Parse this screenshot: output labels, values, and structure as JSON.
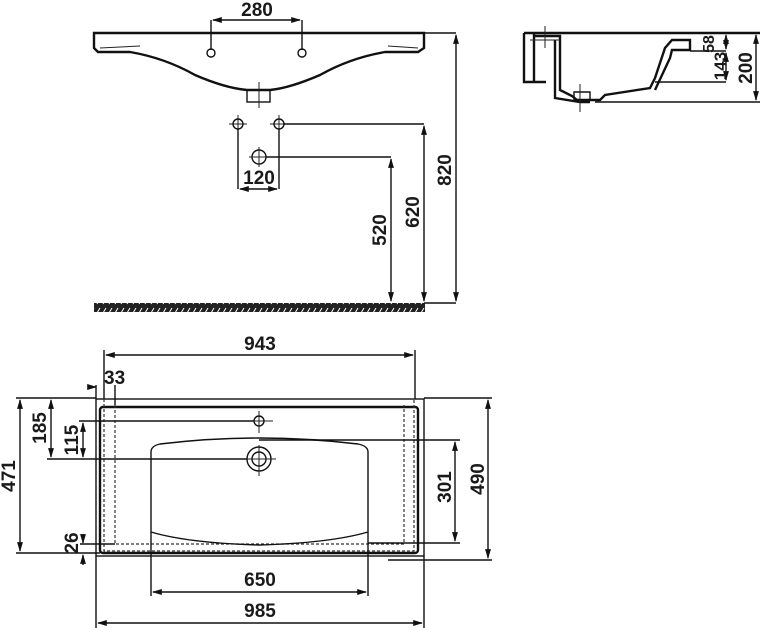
{
  "front_view": {
    "dim_tap_spacing": "280",
    "dim_hole_spacing": "120",
    "dim_drain_height": "520",
    "dim_supply_height": "620",
    "dim_total_height": "820"
  },
  "side_view": {
    "dim_rim": "58",
    "dim_bowl_depth": "143",
    "dim_total_depth": "200"
  },
  "top_view": {
    "dim_inner_width": "943",
    "dim_side_offset": "33",
    "dim_depth_outer": "471",
    "dim_drain_from_back": "185",
    "dim_tap_to_drain": "115",
    "dim_front_offset": "26",
    "dim_bowl_depth": "301",
    "dim_total_depth": "490",
    "dim_bowl_width": "650",
    "dim_total_width": "985"
  },
  "colors": {
    "line": "#111111",
    "background": "#ffffff"
  }
}
